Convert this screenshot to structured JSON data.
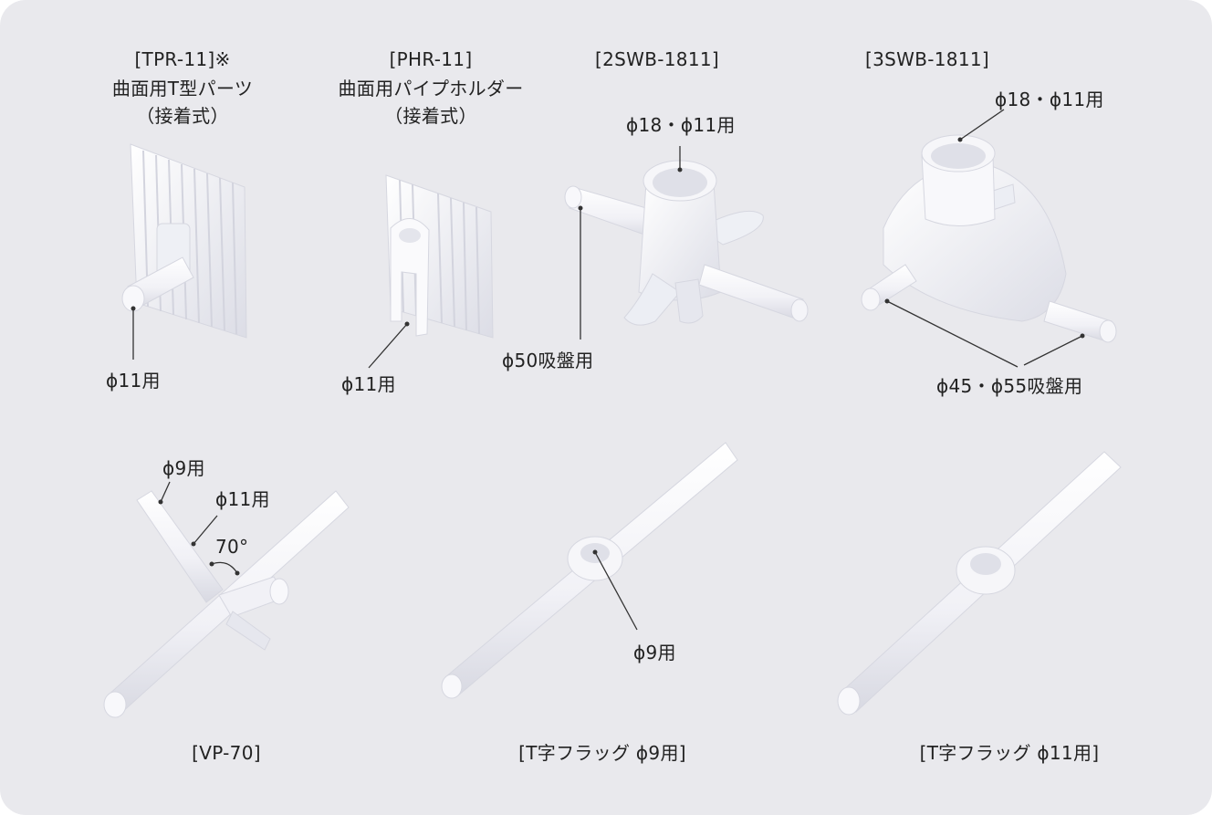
{
  "colors": {
    "panel": "#e9e9ed",
    "part": "#f6f6f9",
    "shade": "#d9dae3",
    "leader": "#333333"
  },
  "products": [
    {
      "code": "[TPR-11]※",
      "lines": [
        "曲面用T型パーツ",
        "（接着式）"
      ],
      "callouts": [
        "ϕ11用"
      ]
    },
    {
      "code": "[PHR-11]",
      "lines": [
        "曲面用パイプホルダー",
        "（接着式）"
      ],
      "callouts": [
        "ϕ11用"
      ]
    },
    {
      "code": "[2SWB-1811]",
      "lines": [],
      "callouts": [
        "ϕ18・ϕ11用",
        "ϕ50吸盤用"
      ]
    },
    {
      "code": "[3SWB-1811]",
      "lines": [],
      "callouts": [
        "ϕ18・ϕ11用",
        "ϕ45・ϕ55吸盤用"
      ]
    },
    {
      "code": "[VP-70]",
      "lines": [],
      "callouts": [
        "ϕ9用",
        "ϕ11用",
        "70°"
      ]
    },
    {
      "code": "[T字フラッグ ϕ9用]",
      "lines": [],
      "callouts": [
        "ϕ9用"
      ]
    },
    {
      "code": "[T字フラッグ ϕ11用]",
      "lines": [],
      "callouts": []
    }
  ]
}
